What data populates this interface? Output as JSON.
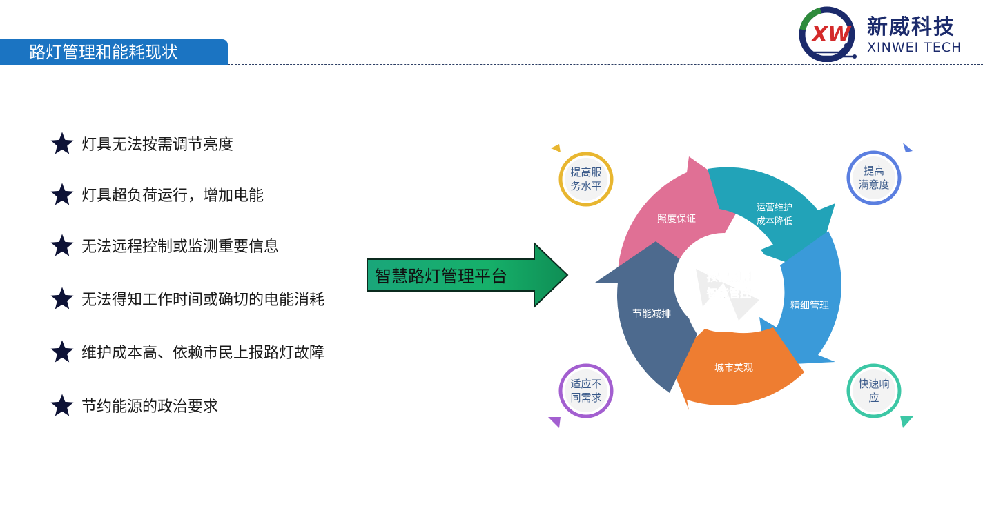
{
  "header": {
    "title": "路灯管理和能耗现状",
    "logo_cn": "新威科技",
    "logo_en": "XINWEI TECH",
    "logo_mark": "XW"
  },
  "bullets": [
    "灯具无法按需调节亮度",
    "灯具超负荷运行，增加电能",
    "无法远程控制或监测重要信息",
    "无法得知工作时间或确切的电能消耗",
    "维护成本高、依赖市民上报路灯故障",
    "节约能源的政治要求"
  ],
  "arrow_label": "智慧路灯管理平台",
  "cycle": {
    "center_line1": "按需照明",
    "center_line2": "智能管控",
    "segments": {
      "pink_line1": "照度保证",
      "teal_line1": "运营维护",
      "teal_line2": "成本降低",
      "blue_line1": "精细管理",
      "orange_line1": "城市美观",
      "slate_line1": "节能减排"
    }
  },
  "badges": {
    "top_left_line1": "提高服",
    "top_left_line2": "务水平",
    "top_right_line1": "提高",
    "top_right_line2": "满意度",
    "bottom_left_line1": "适应不",
    "bottom_left_line2": "同需求",
    "bottom_right_line1": "快速响",
    "bottom_right_line2": "应"
  },
  "colors": {
    "title_bar": "#1b74c2",
    "pink": "#e07095",
    "teal": "#22a3b8",
    "blue": "#3a9ad9",
    "orange": "#ee7d31",
    "slate": "#4d6a8e",
    "badge_gold": "#e8b630",
    "badge_blue": "#5b7fe0",
    "badge_purple": "#a35fd0",
    "badge_green": "#3cc7a5"
  }
}
